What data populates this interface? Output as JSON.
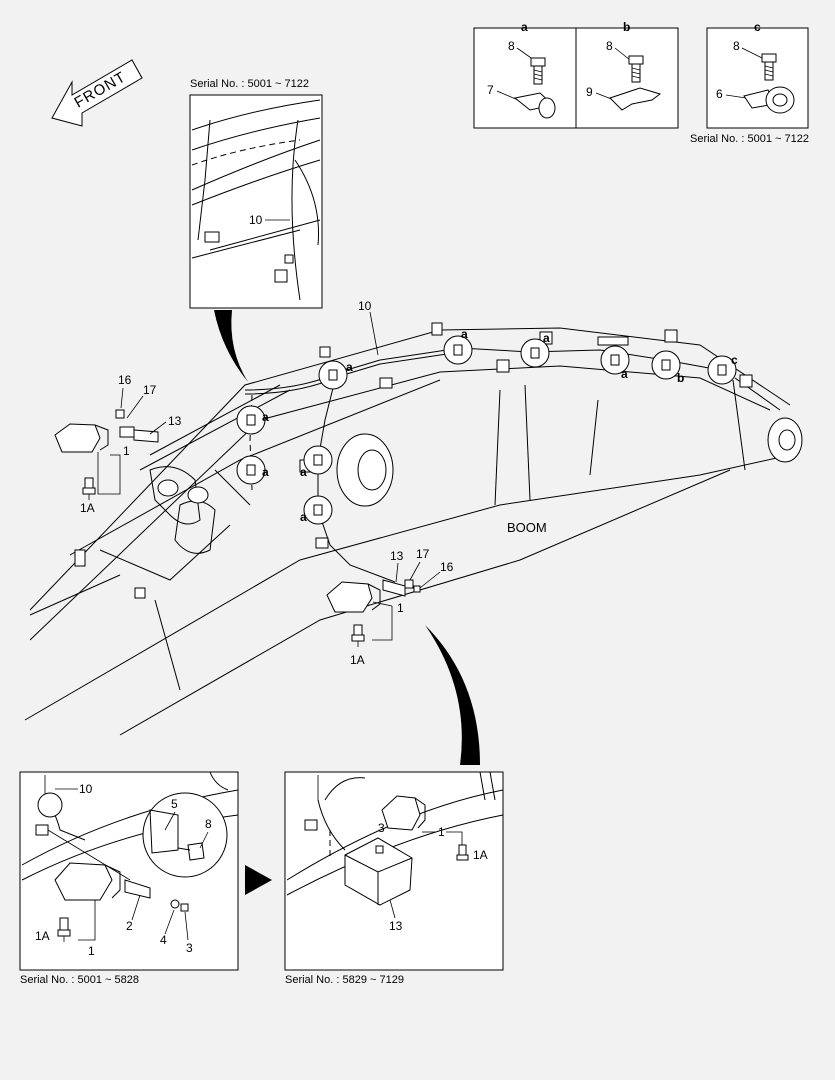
{
  "front_label": "FRONT",
  "boom_label": "BOOM",
  "detail_a": {
    "letter": "a",
    "bolt": "8",
    "clip": "7"
  },
  "detail_b": {
    "letter": "b",
    "bolt": "8",
    "clip": "9"
  },
  "detail_c": {
    "letter": "c",
    "bolt": "8",
    "clip": "6"
  },
  "serial_top_right": "Serial No. : 5001 ~ 7122",
  "serial_inset_top": "Serial No. : 5001 ~ 7122",
  "serial_bottom_left": "Serial No. : 5001 ~ 5828",
  "serial_bottom_right": "Serial No. : 5829 ~ 7129",
  "callouts": {
    "c10": "10",
    "c1": "1",
    "c1a": "1A",
    "c13": "13",
    "c16": "16",
    "c17": "17",
    "c2": "2",
    "c3": "3",
    "c4": "4",
    "c5": "5",
    "c8": "8",
    "ca": "a",
    "cb": "b",
    "cc": "c"
  }
}
